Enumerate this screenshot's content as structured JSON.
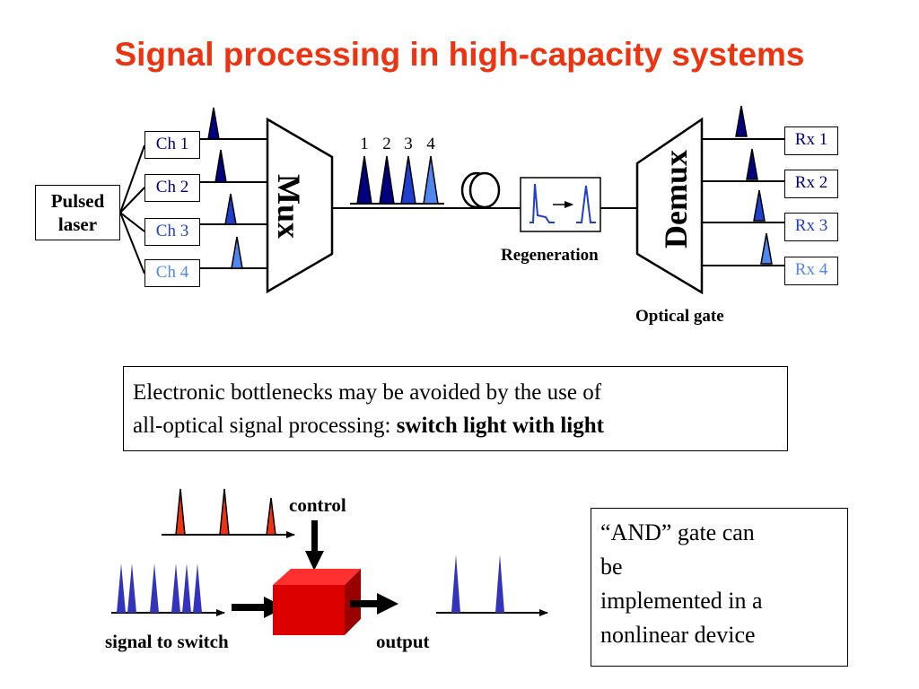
{
  "title": "Signal processing in high-capacity systems",
  "laser": {
    "line1": "Pulsed",
    "line2": "laser"
  },
  "channels": [
    {
      "label": "Ch 1",
      "color": "#000080"
    },
    {
      "label": "Ch 2",
      "color": "#000080"
    },
    {
      "label": "Ch 3",
      "color": "#1f3fcc"
    },
    {
      "label": "Ch 4",
      "color": "#4f86f0"
    }
  ],
  "mux_label": "Mux",
  "pulse_numbers": [
    "1",
    "2",
    "3",
    "4"
  ],
  "regeneration_label": "Regeneration",
  "demux_label": "Demux",
  "receivers": [
    {
      "label": "Rx 1",
      "color": "#000080"
    },
    {
      "label": "Rx 2",
      "color": "#000080"
    },
    {
      "label": "Rx 3",
      "color": "#1f3fcc"
    },
    {
      "label": "Rx 4",
      "color": "#4f86f0"
    }
  ],
  "optical_gate_label": "Optical gate",
  "note": {
    "line1": "Electronic bottlenecks may be avoided by the use of",
    "line2_prefix": "all-optical signal processing: ",
    "line2_bold": "switch light with light"
  },
  "control_label": "control",
  "signal_label": "signal to switch",
  "output_label": "output",
  "and_gate_note": {
    "line1": "“AND” gate can",
    "line2": "be",
    "line3": "implemented in a",
    "line4": "nonlinear device"
  },
  "colors": {
    "title": "#ee3311",
    "pulse_dark": "#000080",
    "pulse_mid": "#1f3fcc",
    "pulse_light": "#4f86f0",
    "control_pulse": "#ee3311",
    "signal_pulse": "#3333bb",
    "device": "#dd0000"
  }
}
